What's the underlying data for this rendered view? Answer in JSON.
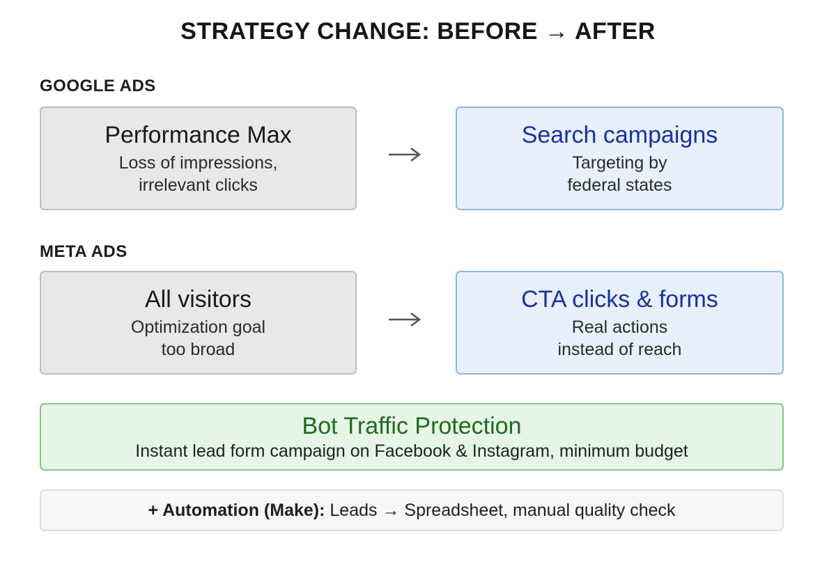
{
  "title": "STRATEGY CHANGE: BEFORE → AFTER",
  "sections": [
    {
      "label": "GOOGLE ADS",
      "before": {
        "title": "Performance Max",
        "desc_lines": [
          "Loss of impressions,",
          "irrelevant clicks"
        ]
      },
      "after": {
        "title": "Search campaigns",
        "desc_lines": [
          "Targeting by",
          "federal states"
        ]
      }
    },
    {
      "label": "META ADS",
      "before": {
        "title": "All visitors",
        "desc_lines": [
          "Optimization goal",
          "too broad"
        ]
      },
      "after": {
        "title": "CTA clicks & forms",
        "desc_lines": [
          "Real actions",
          "instead of reach"
        ]
      }
    }
  ],
  "bot_protection": {
    "title": "Bot Traffic Protection",
    "desc": "Instant lead form campaign on Facebook & Instagram, minimum budget"
  },
  "automation": {
    "bold": "+ Automation (Make):",
    "text": " Leads → Spreadsheet, manual quality check"
  },
  "colors": {
    "before_bg": "#e8e8e8",
    "after_bg": "#e8f1fb",
    "after_title": "#1a2fa8",
    "green_bg": "#e6f5e6",
    "green_title": "#1e6b1e",
    "arrow": "#555555"
  },
  "icons": {
    "arrow": "right-arrow-icon"
  }
}
